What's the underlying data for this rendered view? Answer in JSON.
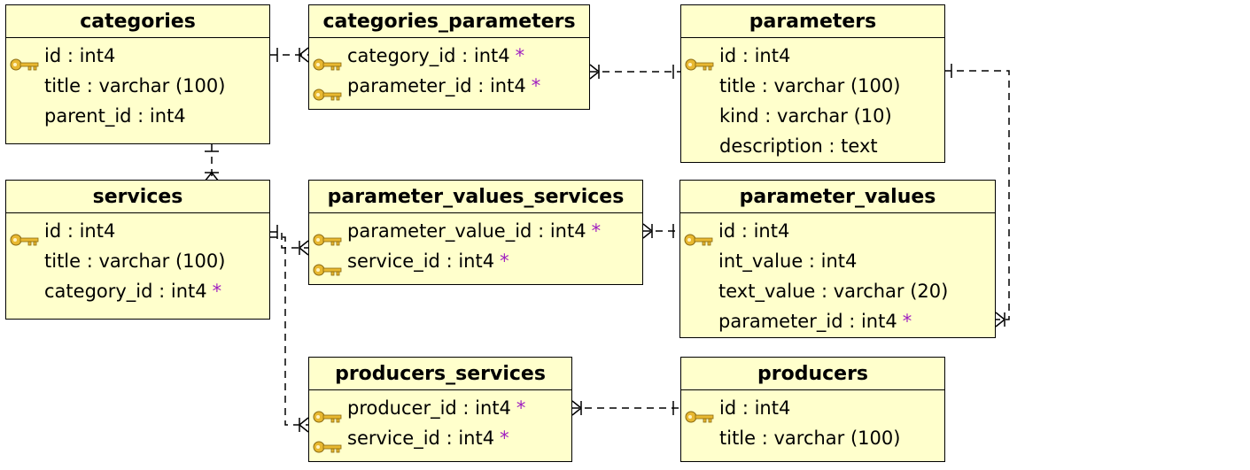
{
  "entities": [
    {
      "name": "categories",
      "attributes": [
        {
          "text": "id : int4",
          "key": true,
          "fk": false
        },
        {
          "text": "title : varchar (100)",
          "key": false,
          "fk": false
        },
        {
          "text": "parent_id : int4",
          "key": false,
          "fk": false
        }
      ]
    },
    {
      "name": "categories_parameters",
      "attributes": [
        {
          "text": "category_id : int4",
          "key": true,
          "fk": true
        },
        {
          "text": "parameter_id : int4",
          "key": true,
          "fk": true
        }
      ]
    },
    {
      "name": "parameters",
      "attributes": [
        {
          "text": "id : int4",
          "key": true,
          "fk": false
        },
        {
          "text": "title : varchar (100)",
          "key": false,
          "fk": false
        },
        {
          "text": "kind : varchar (10)",
          "key": false,
          "fk": false
        },
        {
          "text": "description : text",
          "key": false,
          "fk": false
        }
      ]
    },
    {
      "name": "services",
      "attributes": [
        {
          "text": "id : int4",
          "key": true,
          "fk": false
        },
        {
          "text": "title : varchar (100)",
          "key": false,
          "fk": false
        },
        {
          "text": "category_id : int4",
          "key": false,
          "fk": true
        }
      ]
    },
    {
      "name": "parameter_values_services",
      "attributes": [
        {
          "text": "parameter_value_id : int4",
          "key": true,
          "fk": true
        },
        {
          "text": "service_id : int4",
          "key": true,
          "fk": true
        }
      ]
    },
    {
      "name": "parameter_values",
      "attributes": [
        {
          "text": "id : int4",
          "key": true,
          "fk": false
        },
        {
          "text": "int_value : int4",
          "key": false,
          "fk": false
        },
        {
          "text": "text_value : varchar (20)",
          "key": false,
          "fk": false
        },
        {
          "text": "parameter_id : int4",
          "key": false,
          "fk": true
        }
      ]
    },
    {
      "name": "producers_services",
      "attributes": [
        {
          "text": "producer_id : int4",
          "key": true,
          "fk": true
        },
        {
          "text": "service_id : int4",
          "key": true,
          "fk": true
        }
      ]
    },
    {
      "name": "producers",
      "attributes": [
        {
          "text": "id : int4",
          "key": true,
          "fk": false
        },
        {
          "text": "title : varchar (100)",
          "key": false,
          "fk": false
        }
      ]
    }
  ],
  "fk_marker": "*",
  "colors": {
    "entity_fill": "#ffffcc",
    "border": "#000000",
    "fk_marker": "#a020c0",
    "key_icon": "#d4a017"
  },
  "icons": {
    "primary_key": "key-icon"
  }
}
